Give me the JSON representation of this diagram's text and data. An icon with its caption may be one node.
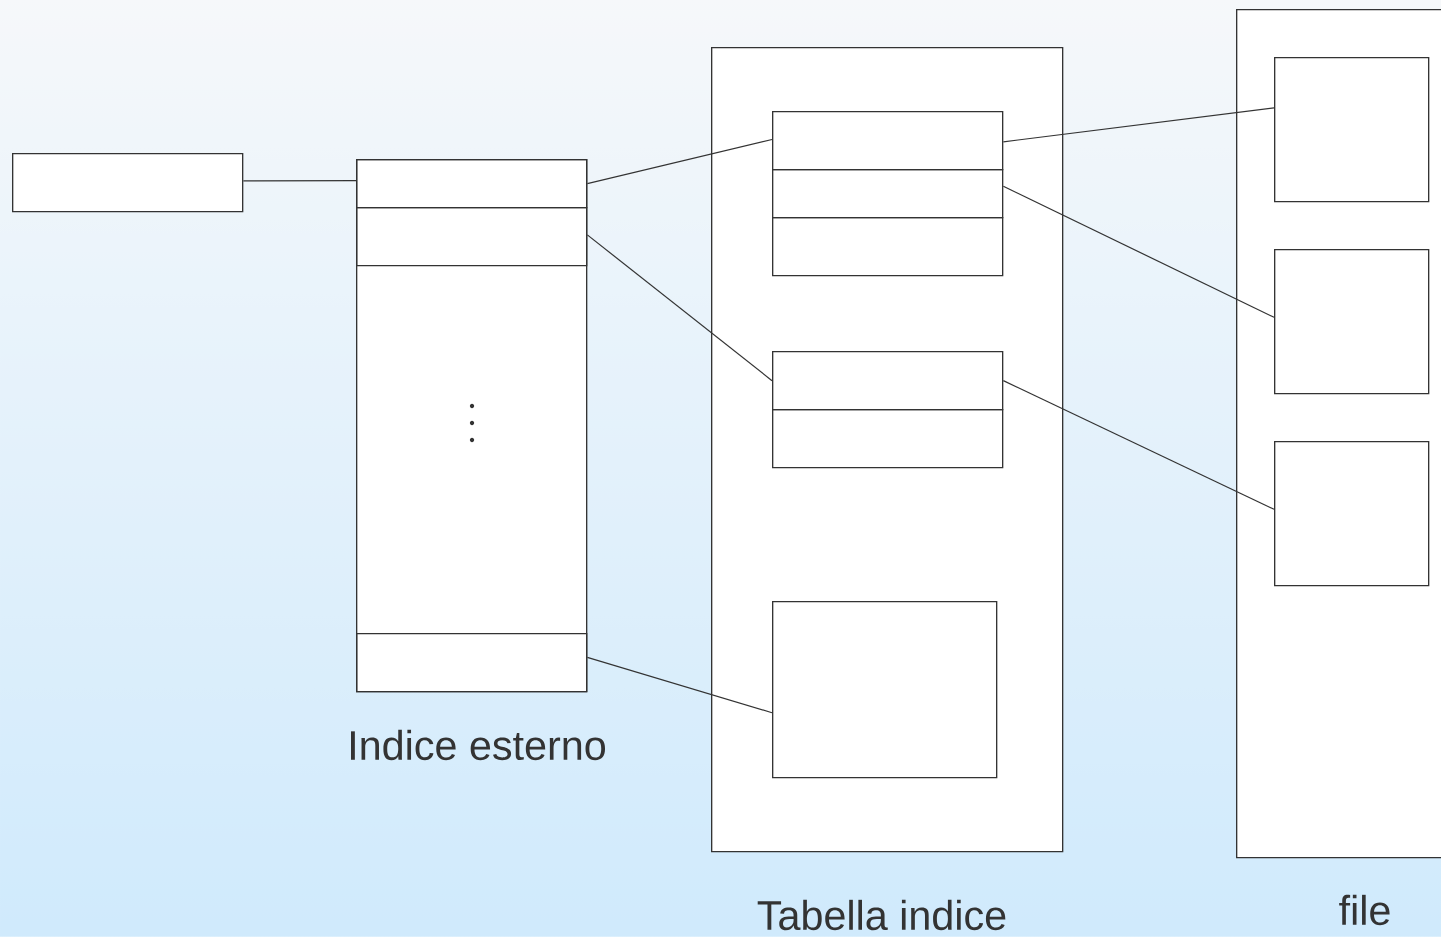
{
  "diagram": {
    "nodes": [
      {
        "text": [],
        "shape": "box"
      },
      {
        "text": [
          "Indice esterno"
        ]
      },
      {
        "text": [],
        "shape": "box",
        "in": 1
      },
      {
        "text": [],
        "shape": "box",
        "in": 1
      },
      {
        "text": [],
        "shape": "box",
        "in": 1
      },
      {
        "text": [
          "Tabella indice"
        ]
      },
      {
        "text": [],
        "shape": "box",
        "in": 5
      },
      {
        "text": [],
        "shape": "box",
        "in": 5
      },
      {
        "text": [],
        "shape": "box",
        "in": 5
      },
      {
        "text": [],
        "shape": "box",
        "in": 5
      },
      {
        "text": [],
        "shape": "box",
        "in": 5
      },
      {
        "text": [],
        "shape": "box",
        "in": 5
      },
      {
        "text": [
          "file"
        ]
      },
      {
        "text": [],
        "shape": "box",
        "in": 12
      },
      {
        "text": [],
        "shape": "box",
        "in": 12
      },
      {
        "text": [],
        "shape": "box",
        "in": 12
      }
    ],
    "edges": [
      {
        "from": 0,
        "to": 2,
        "arrow": "none"
      },
      {
        "from": 2,
        "to": 6,
        "arrow": "none"
      },
      {
        "from": 3,
        "to": 9,
        "arrow": "none"
      },
      {
        "from": 4,
        "to": 11,
        "arrow": "none"
      },
      {
        "from": 6,
        "to": 13,
        "arrow": "none"
      },
      {
        "from": 7,
        "to": 14,
        "arrow": "none"
      },
      {
        "from": 9,
        "to": 15,
        "arrow": "none"
      }
    ]
  }
}
